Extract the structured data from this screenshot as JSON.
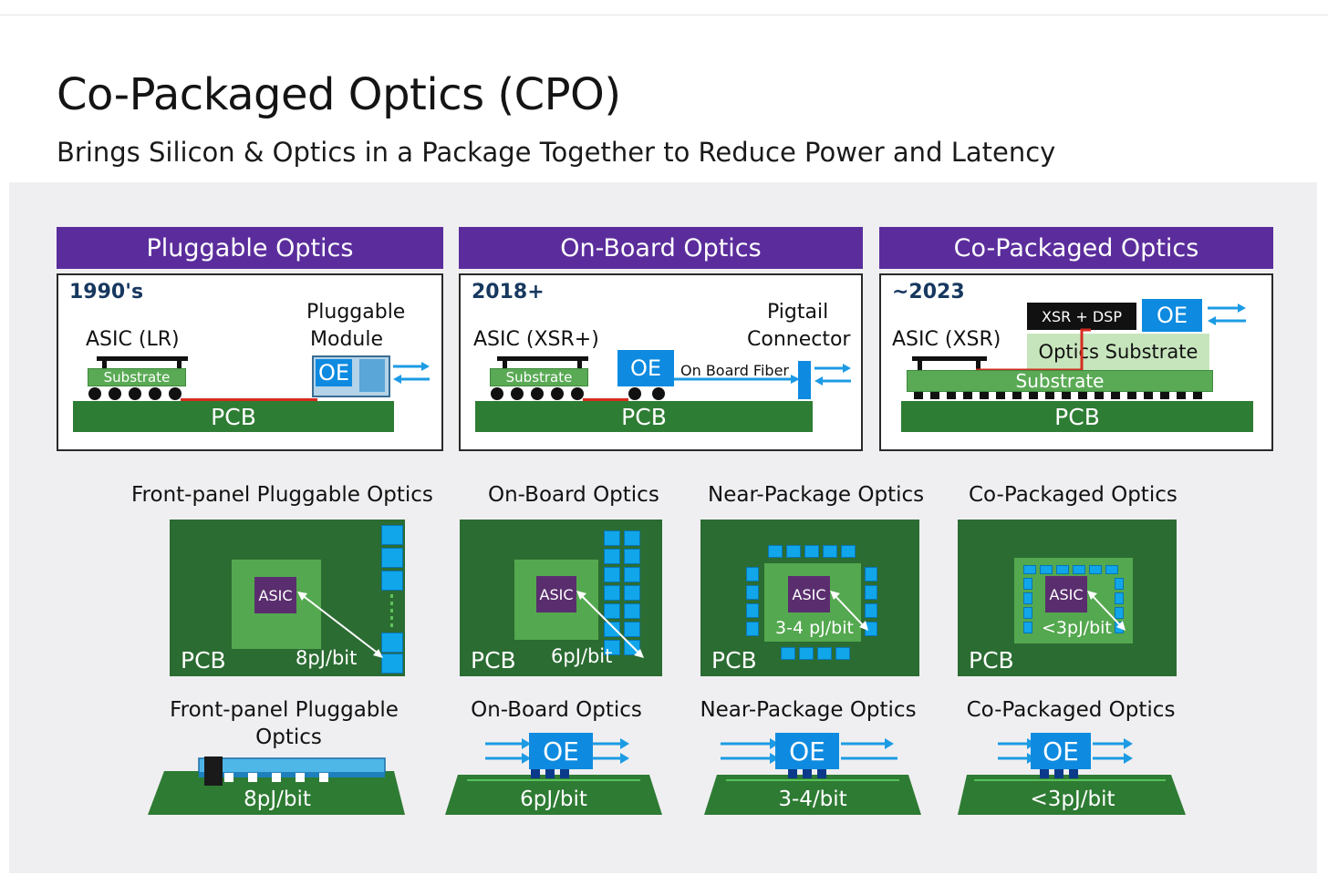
{
  "title": "Co-Packaged Optics (CPO)",
  "subtitle": "Brings Silicon & Optics in a Package Together to Reduce Power and Latency",
  "top": {
    "pluggable": {
      "header": "Pluggable Optics",
      "year": "1990's",
      "asic": "ASIC (LR)",
      "module_line1": "Pluggable",
      "module_line2": "Module",
      "substrate": "Substrate",
      "oe": "OE",
      "pcb": "PCB"
    },
    "onboard": {
      "header": "On-Board Optics",
      "year": "2018+",
      "asic": "ASIC (XSR+)",
      "connector_line1": "Pigtail",
      "connector_line2": "Connector",
      "substrate": "Substrate",
      "oe": "OE",
      "fiber": "On Board Fiber",
      "pcb": "PCB"
    },
    "copackaged": {
      "header": "Co-Packaged Optics",
      "year": "~2023",
      "asic": "ASIC (XSR)",
      "xsr_dsp": "XSR + DSP",
      "oe": "OE",
      "optics_substrate": "Optics Substrate",
      "substrate": "Substrate",
      "pcb": "PCB"
    }
  },
  "middle": [
    {
      "caption": "Front-panel Pluggable Optics",
      "asic": "ASIC",
      "pcb": "PCB",
      "energy": "8pJ/bit"
    },
    {
      "caption": "On-Board Optics",
      "asic": "ASIC",
      "pcb": "PCB",
      "energy": "6pJ/bit"
    },
    {
      "caption": "Near-Package Optics",
      "asic": "ASIC",
      "pcb": "PCB",
      "energy": "3-4 pJ/bit"
    },
    {
      "caption": "Co-Packaged Optics",
      "asic": "ASIC",
      "pcb": "PCB",
      "energy": "<3pJ/bit"
    }
  ],
  "bottom": [
    {
      "caption_line1": "Front-panel Pluggable",
      "caption_line2": "Optics",
      "value": "8pJ/bit"
    },
    {
      "caption_line1": "On-Board Optics",
      "caption_line2": "",
      "oe": "OE",
      "value": "6pJ/bit"
    },
    {
      "caption_line1": "Near-Package Optics",
      "caption_line2": "",
      "oe": "OE",
      "value": "3-4/bit"
    },
    {
      "caption_line1": "Co-Packaged Optics",
      "caption_line2": "",
      "oe": "OE",
      "value": "<3pJ/bit"
    }
  ]
}
